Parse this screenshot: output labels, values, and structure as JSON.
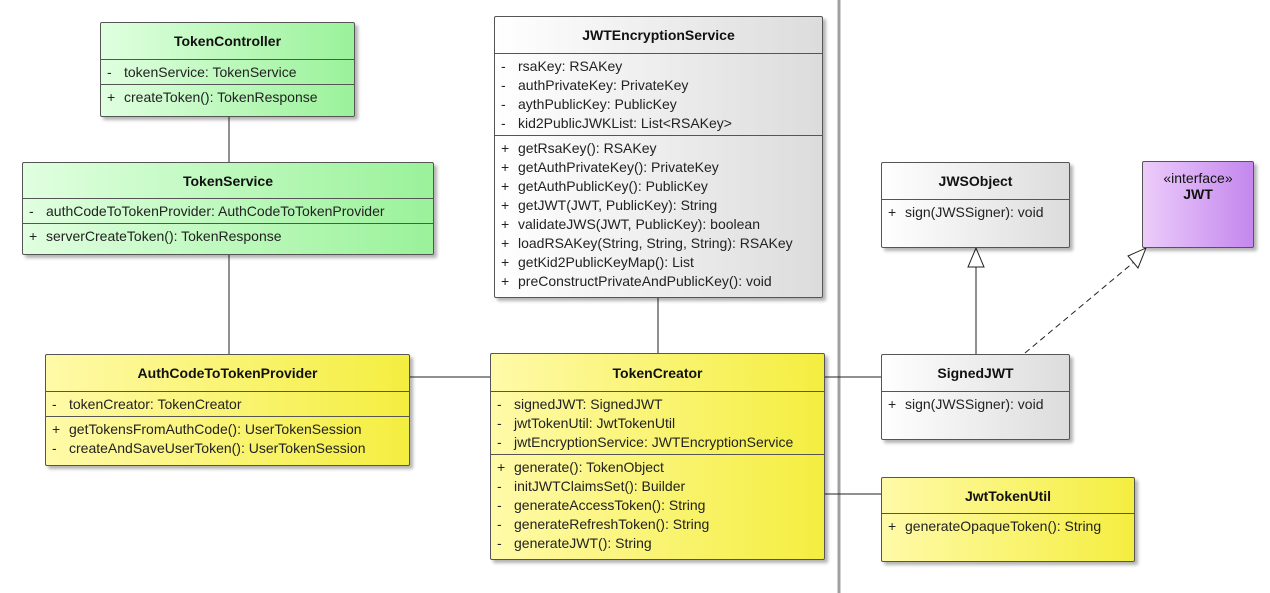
{
  "classes": {
    "token_controller": {
      "name": "TokenController",
      "attributes": [
        {
          "vis": "-",
          "text": "tokenService: TokenService"
        }
      ],
      "operations": [
        {
          "vis": "+",
          "text": "createToken(): TokenResponse"
        }
      ]
    },
    "token_service": {
      "name": "TokenService",
      "attributes": [
        {
          "vis": "-",
          "text": "authCodeToTokenProvider: AuthCodeToTokenProvider"
        }
      ],
      "operations": [
        {
          "vis": "+",
          "text": "serverCreateToken(): TokenResponse"
        }
      ]
    },
    "auth_code_provider": {
      "name": "AuthCodeToTokenProvider",
      "attributes": [
        {
          "vis": "-",
          "text": "tokenCreator: TokenCreator"
        }
      ],
      "operations": [
        {
          "vis": "+",
          "text": "getTokensFromAuthCode(): UserTokenSession"
        },
        {
          "vis": "-",
          "text": "createAndSaveUserToken(): UserTokenSession"
        }
      ]
    },
    "jwt_encryption_service": {
      "name": "JWTEncryptionService",
      "attributes": [
        {
          "vis": "-",
          "text": "rsaKey: RSAKey"
        },
        {
          "vis": "-",
          "text": "authPrivateKey: PrivateKey"
        },
        {
          "vis": "-",
          "text": "aythPublicKey: PublicKey"
        },
        {
          "vis": "-",
          "text": "kid2PublicJWKList: List<RSAKey>"
        }
      ],
      "operations": [
        {
          "vis": "+",
          "text": "getRsaKey(): RSAKey"
        },
        {
          "vis": "+",
          "text": "getAuthPrivateKey(): PrivateKey"
        },
        {
          "vis": "+",
          "text": "getAuthPublicKey(): PublicKey"
        },
        {
          "vis": "+",
          "text": "getJWT(JWT, PublicKey): String"
        },
        {
          "vis": "+",
          "text": "validateJWS(JWT, PublicKey): boolean"
        },
        {
          "vis": "+",
          "text": "loadRSAKey(String, String, String): RSAKey"
        },
        {
          "vis": "+",
          "text": "getKid2PublicKeyMap(): List"
        },
        {
          "vis": "+",
          "text": "preConstructPrivateAndPublicKey(): void"
        }
      ]
    },
    "token_creator": {
      "name": "TokenCreator",
      "attributes": [
        {
          "vis": "-",
          "text": "signedJWT: SignedJWT"
        },
        {
          "vis": "-",
          "text": "jwtTokenUtil: JwtTokenUtil"
        },
        {
          "vis": "-",
          "text": "jwtEncryptionService: JWTEncryptionService"
        }
      ],
      "operations": [
        {
          "vis": "+",
          "text": "generate(): TokenObject"
        },
        {
          "vis": "-",
          "text": "initJWTClaimsSet(): Builder"
        },
        {
          "vis": "-",
          "text": "generateAccessToken(): String"
        },
        {
          "vis": "-",
          "text": "generateRefreshToken(): String"
        },
        {
          "vis": "-",
          "text": "generateJWT(): String"
        }
      ]
    },
    "jws_object": {
      "name": "JWSObject",
      "operations": [
        {
          "vis": "+",
          "text": "sign(JWSSigner): void"
        }
      ]
    },
    "jwt_interface": {
      "stereotype": "«interface»",
      "name": "JWT"
    },
    "signed_jwt": {
      "name": "SignedJWT",
      "operations": [
        {
          "vis": "+",
          "text": "sign(JWSSigner): void"
        }
      ]
    },
    "jwt_token_util": {
      "name": "JwtTokenUtil",
      "operations": [
        {
          "vis": "+",
          "text": "generateOpaqueToken(): String"
        }
      ]
    }
  }
}
